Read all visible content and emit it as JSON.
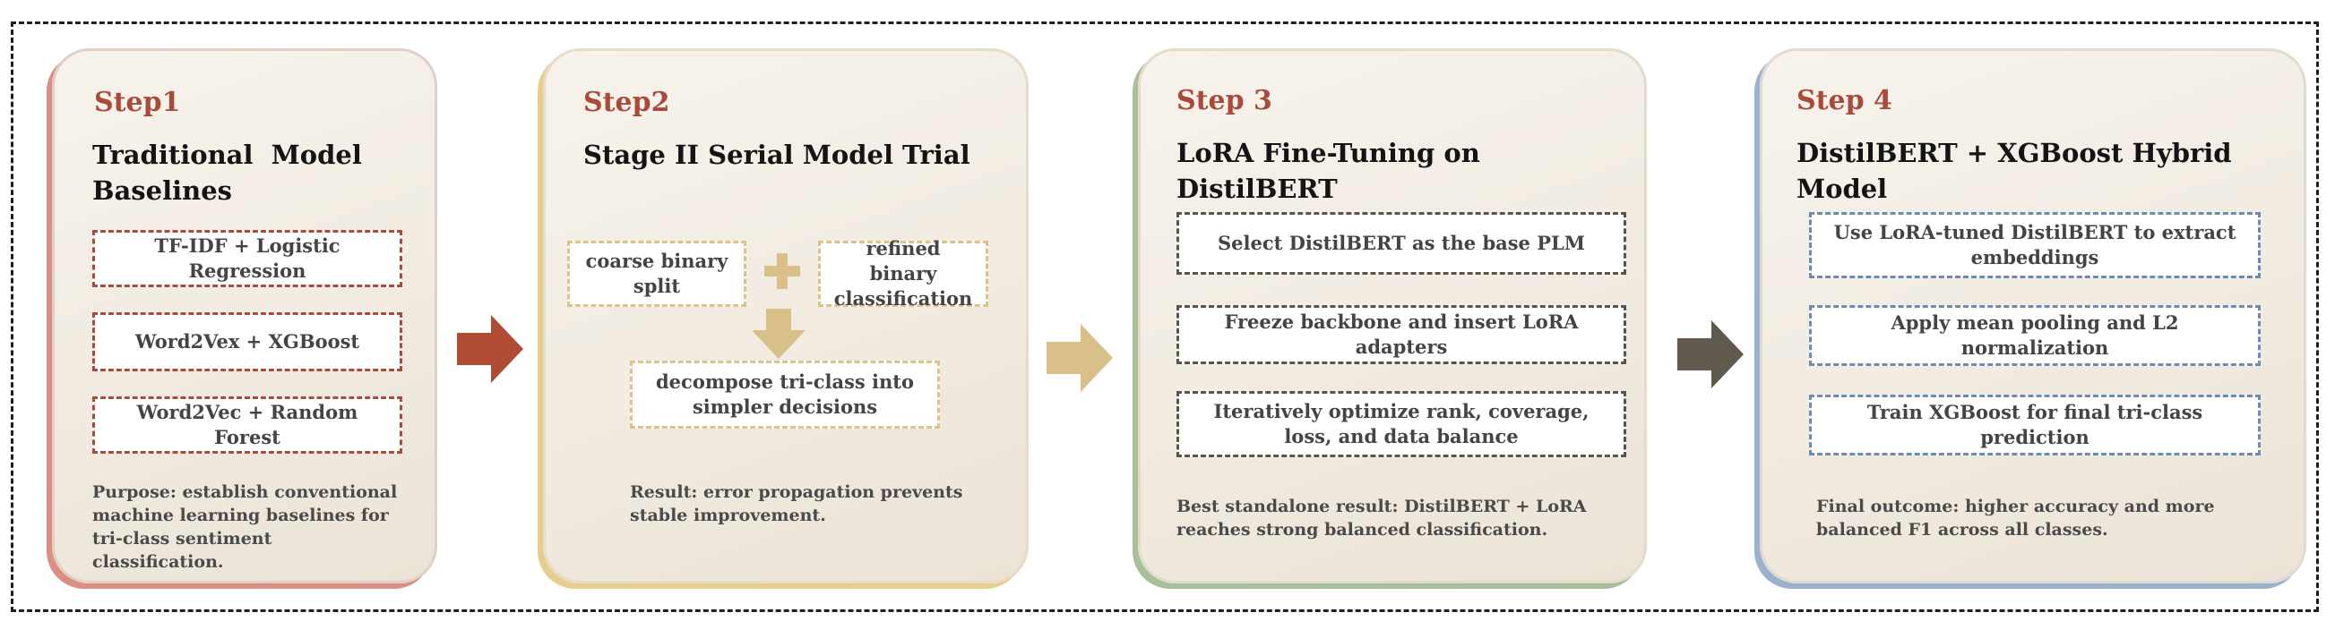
{
  "steps": [
    {
      "step_label": "Step1",
      "title": "Traditional  Model Baselines",
      "methods": [
        "TF-IDF + Logistic Regression",
        "Word2Vex + XGBoost",
        "Word2Vec + Random Forest"
      ],
      "note": "Purpose: establish conventional machine learning baselines for tri-class sentiment classification."
    },
    {
      "step_label": "Step2",
      "title": "Stage II Serial Model Trial",
      "left_box": "coarse binary split",
      "right_box": "refined binary classification",
      "bottom_box": "decompose tri-class into simpler decisions",
      "note": "Result: error propagation prevents stable improvement."
    },
    {
      "step_label": "Step 3",
      "title": "LoRA Fine-Tuning on DistilBERT",
      "methods": [
        "Select DistilBERT as the base PLM",
        "Freeze backbone and insert LoRA adapters",
        "Iteratively optimize rank, coverage, loss, and data balance"
      ],
      "note": "Best standalone result: DistilBERT + LoRA reaches strong balanced classification."
    },
    {
      "step_label": "Step 4",
      "title": "DistilBERT + XGBoost Hybrid Model",
      "methods": [
        "Use LoRA-tuned DistilBERT to extract embeddings",
        "Apply mean pooling and L2 normalization",
        "Train XGBoost for final tri-class prediction"
      ],
      "note": "Final outcome: higher accuracy and more balanced F1 across all classes."
    }
  ],
  "colors": {
    "step1": "#a94b3a",
    "step2": "#d9bf88",
    "step3": "#5a544b",
    "step4": "#6c8bb0",
    "step_label": "#a94b3a"
  }
}
